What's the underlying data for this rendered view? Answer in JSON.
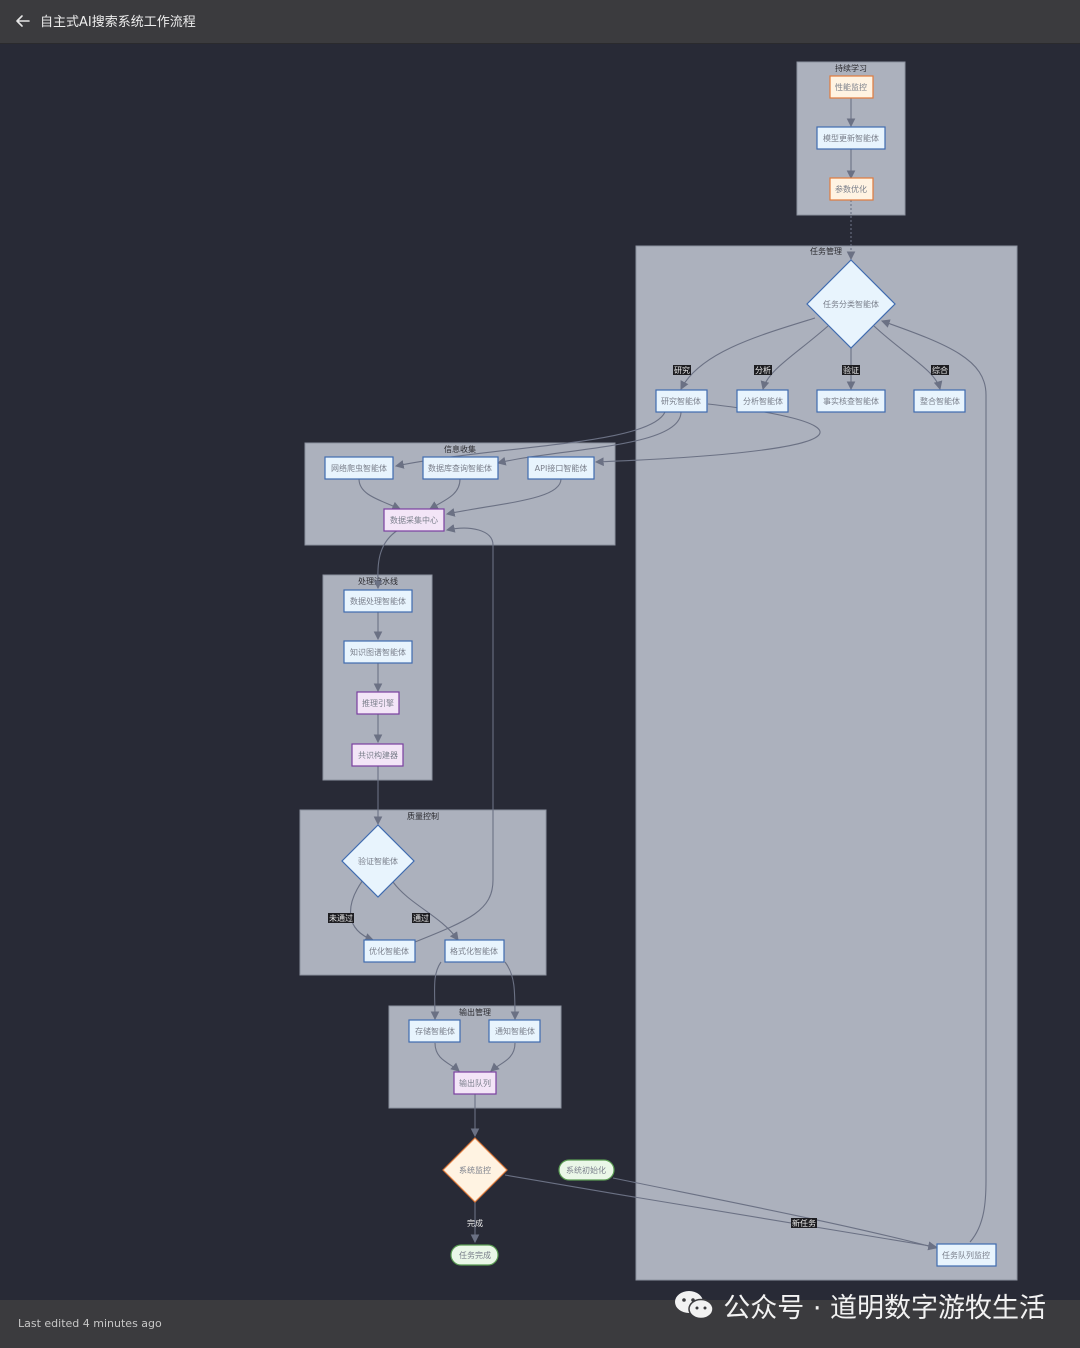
{
  "header": {
    "title": "自主式AI搜索系统工作流程"
  },
  "footer": {
    "status": "Last edited 4 minutes ago"
  },
  "watermark": {
    "text": "公众号 · 道明数字游牧生活"
  },
  "diagram": {
    "groups": {
      "learning": "持续学习",
      "task_mgmt": "任务管理",
      "collect": "信息收集",
      "pipeline": "处理流水线",
      "quality": "质量控制",
      "output": "输出管理"
    },
    "nodes": {
      "perf": "性能监控",
      "model_update": "模型更新智能体",
      "param_opt": "参数优化",
      "classify": "任务分类智能体",
      "research": "研究智能体",
      "analysis": "分析智能体",
      "factcheck": "事实核查智能体",
      "integrate": "整合智能体",
      "crawler": "网络爬虫智能体",
      "dbquery": "数据库查询智能体",
      "api": "API接口智能体",
      "collect_center": "数据采集中心",
      "dataproc": "数据处理智能体",
      "kg": "知识图谱智能体",
      "reasoning": "推理引擎",
      "consensus": "共识构建器",
      "verify": "验证智能体",
      "optimize": "优化智能体",
      "format": "格式化智能体",
      "storage": "存储智能体",
      "notify": "通知智能体",
      "out_queue": "输出队列",
      "sys_monitor": "系统监控",
      "sys_init": "系统初始化",
      "task_done": "任务完成",
      "queue_monitor": "任务队列监控"
    },
    "edge_labels": {
      "research": "研究",
      "analysis": "分析",
      "verify": "验证",
      "integrate": "综合",
      "fail": "未通过",
      "pass": "通过",
      "done": "完成",
      "new_task": "新任务"
    },
    "colors": {
      "group_fill": "#acb1bd",
      "node_fill": "#e8f4fd",
      "node_stroke": "#3f6bb0",
      "orange_fill": "#fff3e2",
      "orange_stroke": "#e07b3c",
      "purple_fill": "#f3e5f7",
      "purple_stroke": "#7b3fa0",
      "green_fill": "#eaf7e8",
      "green_stroke": "#5a9c53",
      "edge": "#6b7184",
      "label_bg": "#1e1e22",
      "label_fg": "#e8e8e8"
    }
  }
}
